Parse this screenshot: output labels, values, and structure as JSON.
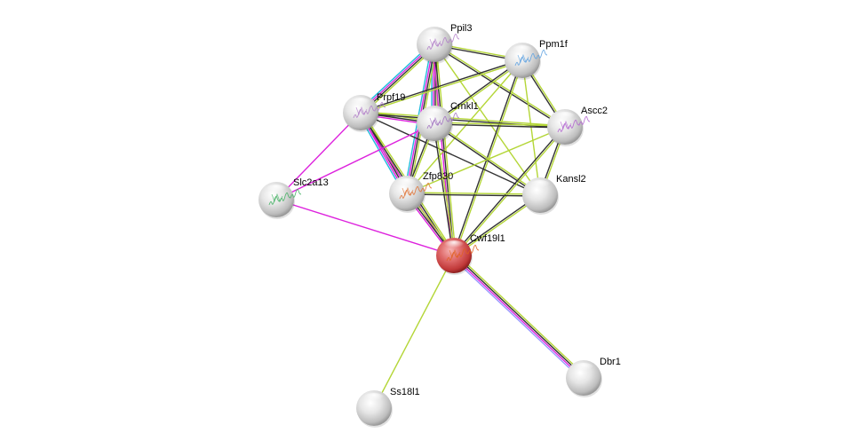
{
  "diagram": {
    "type": "protein-interaction-network",
    "query_node": "Cwf19l1",
    "edge_colors": {
      "textmining": "#b4d637",
      "coexpression": "#333333",
      "experiments": "#dd22dd",
      "databases": "#22bbdd",
      "homology": "#9999ff"
    },
    "nodes": [
      {
        "id": "Ppil3",
        "label": "Ppil3",
        "color": "#e8e8e8",
        "structure": true,
        "struct_color": "#b07cc8"
      },
      {
        "id": "Ppm1f",
        "label": "Ppm1f",
        "color": "#e8e8e8",
        "structure": true,
        "struct_color": "#5aa0e0"
      },
      {
        "id": "Prpf19",
        "label": "Prpf19",
        "color": "#e8e8e8",
        "structure": true,
        "struct_color": "#b07cc8"
      },
      {
        "id": "Crnkl1",
        "label": "Crnkl1",
        "color": "#e8e8e8",
        "structure": true,
        "struct_color": "#a070c0"
      },
      {
        "id": "Ascc2",
        "label": "Ascc2",
        "color": "#e8e8e8",
        "structure": true,
        "struct_color": "#b060d0"
      },
      {
        "id": "Slc2a13",
        "label": "Slc2a13",
        "color": "#e8e8e8",
        "structure": true,
        "struct_color": "#40b060"
      },
      {
        "id": "Zfp830",
        "label": "Zfp830",
        "color": "#e8e8e8",
        "structure": true,
        "struct_color": "#e07030"
      },
      {
        "id": "Kansl2",
        "label": "Kansl2",
        "color": "#e8e8e8",
        "structure": false
      },
      {
        "id": "Cwf19l1",
        "label": "Cwf19l1",
        "color": "#d84a4a",
        "structure": true,
        "struct_color": "#e06020"
      },
      {
        "id": "Dbr1",
        "label": "Dbr1",
        "color": "#e8e8e8",
        "structure": false
      },
      {
        "id": "Ss18l1",
        "label": "Ss18l1",
        "color": "#e8e8e8",
        "structure": false
      }
    ],
    "edges": [
      {
        "a": "Ppil3",
        "b": "Ppm1f",
        "types": [
          "textmining",
          "coexpression"
        ]
      },
      {
        "a": "Ppil3",
        "b": "Prpf19",
        "types": [
          "textmining",
          "coexpression",
          "experiments",
          "databases"
        ]
      },
      {
        "a": "Ppil3",
        "b": "Crnkl1",
        "types": [
          "textmining",
          "coexpression",
          "experiments",
          "databases"
        ]
      },
      {
        "a": "Ppil3",
        "b": "Ascc2",
        "types": [
          "textmining",
          "coexpression"
        ]
      },
      {
        "a": "Ppil3",
        "b": "Zfp830",
        "types": [
          "textmining",
          "coexpression",
          "experiments",
          "databases"
        ]
      },
      {
        "a": "Ppil3",
        "b": "Kansl2",
        "types": [
          "textmining"
        ]
      },
      {
        "a": "Ppil3",
        "b": "Cwf19l1",
        "types": [
          "textmining",
          "coexpression",
          "experiments"
        ]
      },
      {
        "a": "Ppm1f",
        "b": "Prpf19",
        "types": [
          "textmining",
          "coexpression"
        ]
      },
      {
        "a": "Ppm1f",
        "b": "Crnkl1",
        "types": [
          "textmining",
          "coexpression"
        ]
      },
      {
        "a": "Ppm1f",
        "b": "Ascc2",
        "types": [
          "textmining",
          "coexpression"
        ]
      },
      {
        "a": "Ppm1f",
        "b": "Zfp830",
        "types": [
          "textmining"
        ]
      },
      {
        "a": "Ppm1f",
        "b": "Kansl2",
        "types": [
          "textmining"
        ]
      },
      {
        "a": "Ppm1f",
        "b": "Cwf19l1",
        "types": [
          "textmining",
          "coexpression"
        ]
      },
      {
        "a": "Prpf19",
        "b": "Crnkl1",
        "types": [
          "textmining",
          "coexpression",
          "experiments"
        ]
      },
      {
        "a": "Prpf19",
        "b": "Ascc2",
        "types": [
          "textmining",
          "coexpression"
        ]
      },
      {
        "a": "Prpf19",
        "b": "Zfp830",
        "types": [
          "textmining",
          "coexpression",
          "experiments",
          "databases"
        ]
      },
      {
        "a": "Prpf19",
        "b": "Kansl2",
        "types": [
          "coexpression"
        ]
      },
      {
        "a": "Prpf19",
        "b": "Cwf19l1",
        "types": [
          "textmining",
          "coexpression",
          "experiments"
        ]
      },
      {
        "a": "Prpf19",
        "b": "Slc2a13",
        "types": [
          "experiments"
        ]
      },
      {
        "a": "Crnkl1",
        "b": "Ascc2",
        "types": [
          "textmining",
          "coexpression"
        ]
      },
      {
        "a": "Crnkl1",
        "b": "Zfp830",
        "types": [
          "textmining",
          "coexpression"
        ]
      },
      {
        "a": "Crnkl1",
        "b": "Kansl2",
        "types": [
          "textmining",
          "coexpression"
        ]
      },
      {
        "a": "Crnkl1",
        "b": "Cwf19l1",
        "types": [
          "textmining",
          "coexpression"
        ]
      },
      {
        "a": "Crnkl1",
        "b": "Slc2a13",
        "types": [
          "experiments"
        ]
      },
      {
        "a": "Ascc2",
        "b": "Zfp830",
        "types": [
          "textmining"
        ]
      },
      {
        "a": "Ascc2",
        "b": "Kansl2",
        "types": [
          "textmining",
          "coexpression"
        ]
      },
      {
        "a": "Ascc2",
        "b": "Cwf19l1",
        "types": [
          "textmining",
          "coexpression"
        ]
      },
      {
        "a": "Zfp830",
        "b": "Kansl2",
        "types": [
          "textmining",
          "coexpression"
        ]
      },
      {
        "a": "Zfp830",
        "b": "Cwf19l1",
        "types": [
          "textmining",
          "coexpression",
          "experiments"
        ]
      },
      {
        "a": "Kansl2",
        "b": "Cwf19l1",
        "types": [
          "textmining",
          "coexpression"
        ]
      },
      {
        "a": "Slc2a13",
        "b": "Cwf19l1",
        "types": [
          "experiments"
        ]
      },
      {
        "a": "Cwf19l1",
        "b": "Dbr1",
        "types": [
          "textmining",
          "coexpression",
          "experiments",
          "homology"
        ]
      },
      {
        "a": "Cwf19l1",
        "b": "Ss18l1",
        "types": [
          "textmining"
        ]
      }
    ]
  }
}
